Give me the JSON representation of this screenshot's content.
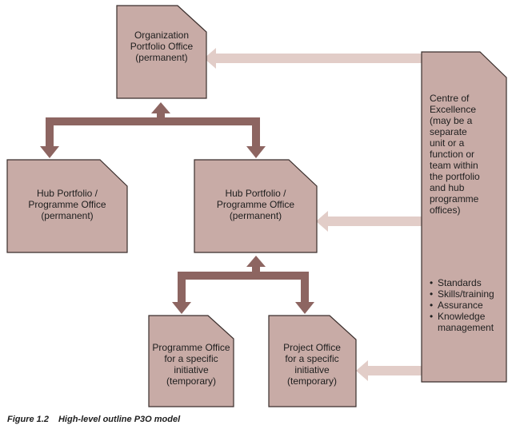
{
  "colors": {
    "box_fill": "#c8aba6",
    "box_border": "#3a2e2c",
    "connector": "#8d6561",
    "feed_arrow": "#e2cdc8"
  },
  "boxes": {
    "org": {
      "lines": "Organization\nPortfolio Office\n(permanent)"
    },
    "hub_left": {
      "lines": "Hub Portfolio /\nProgramme Office\n(permanent)"
    },
    "hub_center": {
      "lines": "Hub Portfolio /\nProgramme Office\n(permanent)"
    },
    "programme_office": {
      "lines": "Programme Office\nfor a specific\ninitiative\n(temporary)"
    },
    "project_office": {
      "lines": "Project Office\nfor a specific\ninitiative\n(temporary)"
    }
  },
  "coe": {
    "title": "Centre of\nExcellence\n(may be a\nseparate\nunit or a\nfunction or\nteam within\nthe portfolio\nand hub\nprogramme\noffices)",
    "items": [
      "Standards",
      "Skills/training",
      "Assurance",
      "Knowledge\nmanagement"
    ]
  },
  "caption": {
    "number": "Figure 1.2",
    "text": "High-level outline P3O model"
  }
}
